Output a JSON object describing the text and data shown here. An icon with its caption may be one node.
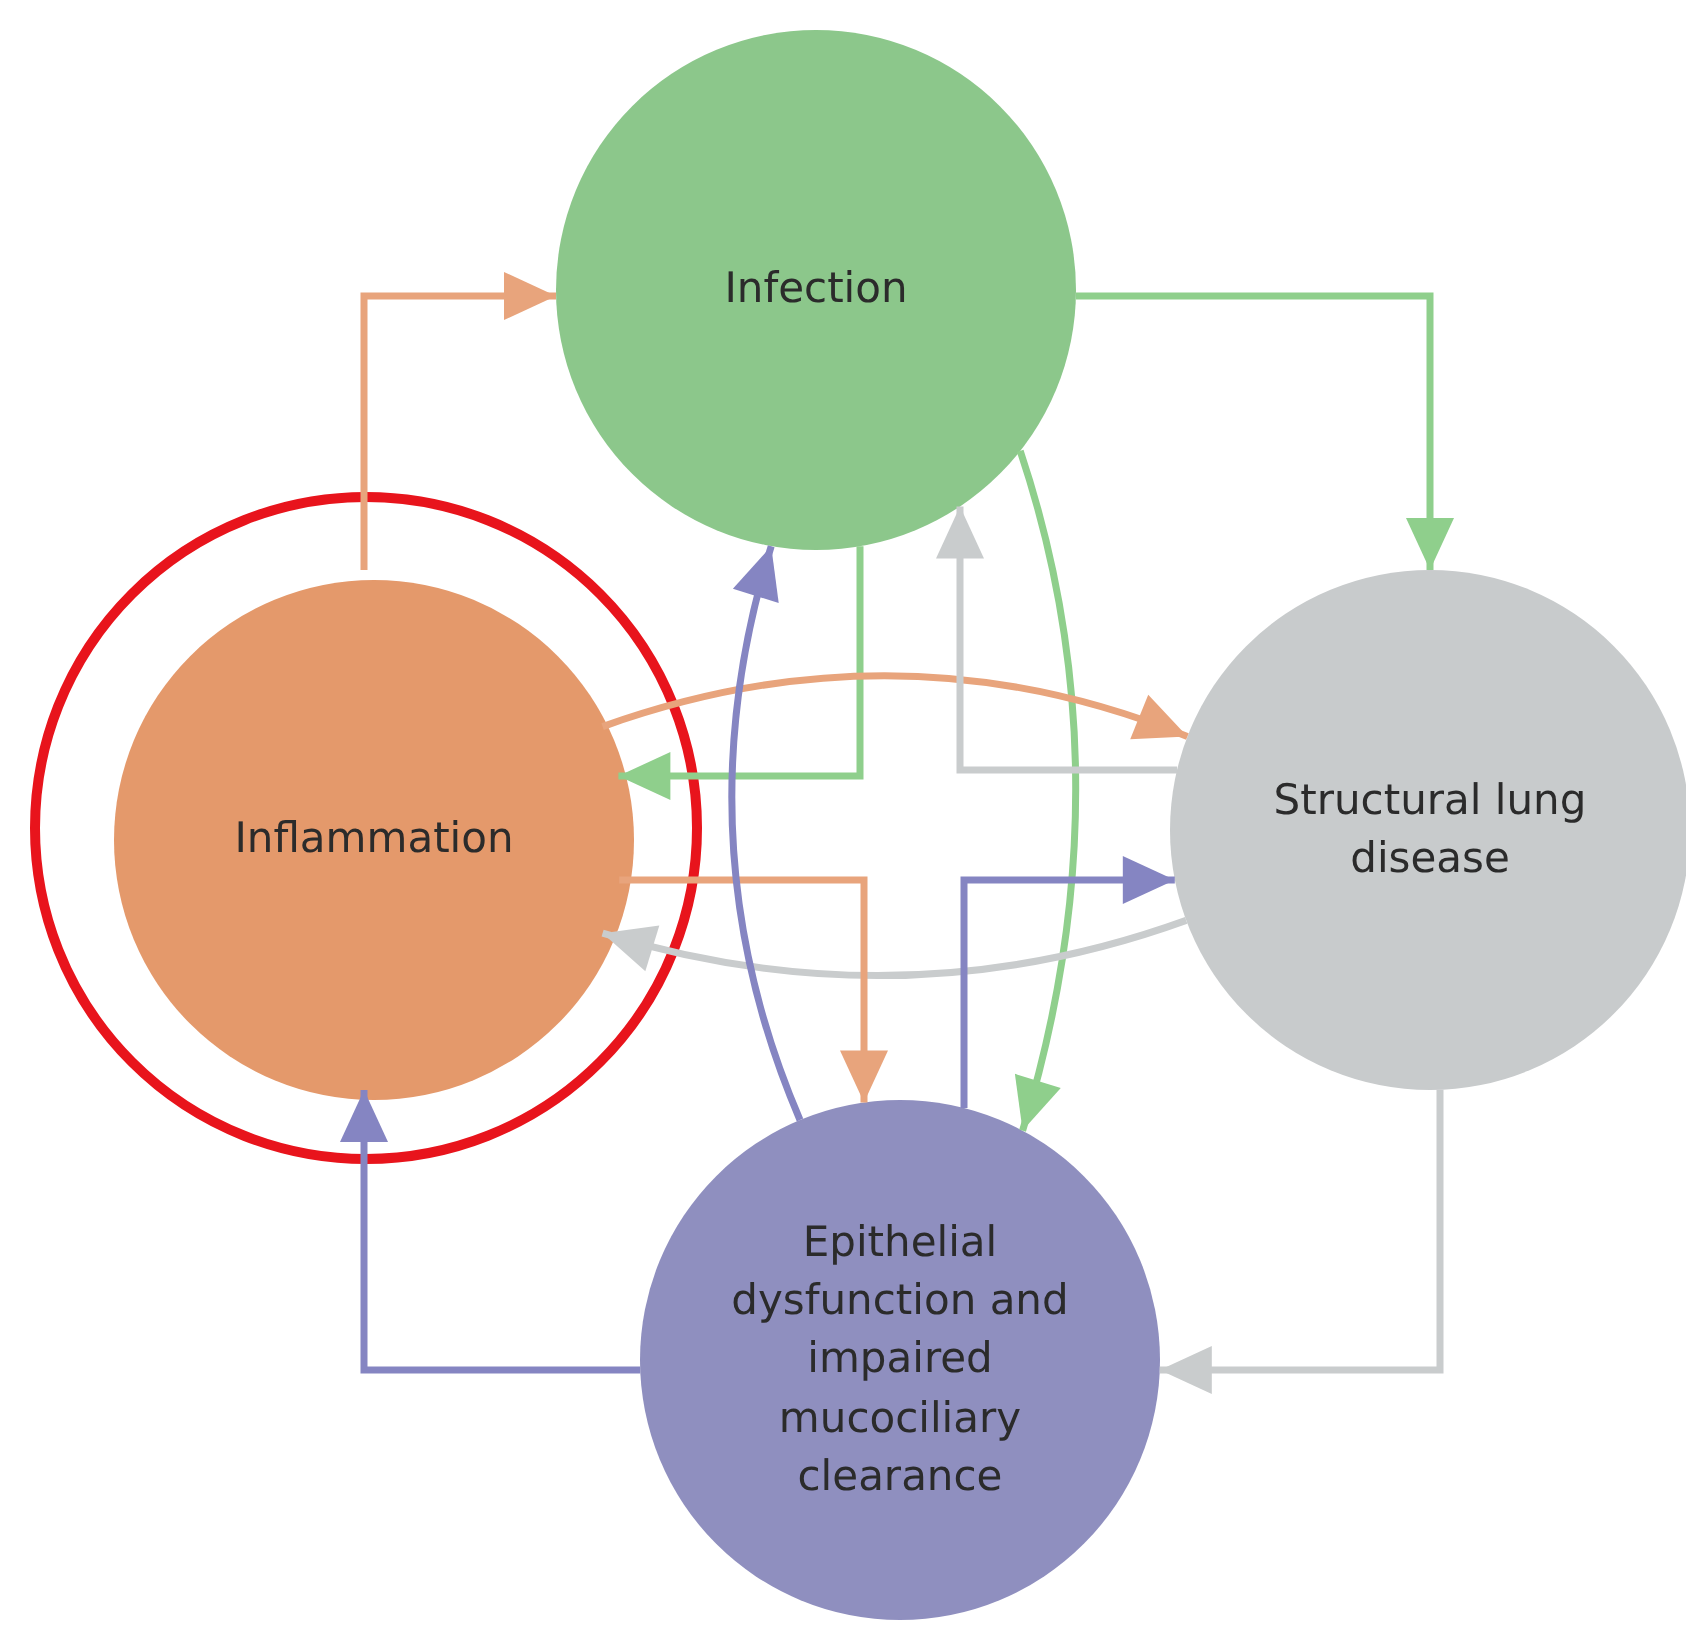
{
  "diagram": {
    "nodes": [
      {
        "text": [
          "Infection"
        ]
      },
      {
        "text": [],
        "shape": "circle"
      },
      {
        "text": [
          "Inflammation"
        ],
        "in": 1
      },
      {
        "text": [
          "Structural lung disease"
        ]
      },
      {
        "text": [
          "Epithelial dysfunction and impaired mucociliary clearance"
        ]
      }
    ],
    "edges": [
      {
        "from": 2,
        "to": 0,
        "arrow": "to",
        "color": "#e8a47c"
      },
      {
        "from": 0,
        "to": 3,
        "arrow": "to",
        "color": "#8fcf8c"
      },
      {
        "from": 0,
        "to": 2,
        "arrow": "to",
        "color": "#8fcf8c"
      },
      {
        "from": 0,
        "to": 4,
        "arrow": "to",
        "color": "#8fcf8c"
      },
      {
        "from": 2,
        "to": 3,
        "arrow": "to",
        "color": "#e8a47c"
      },
      {
        "from": 3,
        "to": 0,
        "arrow": "to",
        "color": "#c9cccd"
      },
      {
        "from": 3,
        "to": 2,
        "arrow": "to",
        "color": "#c9cccd"
      },
      {
        "from": 2,
        "to": 4,
        "arrow": "to",
        "color": "#e8a47c"
      },
      {
        "from": 4,
        "to": 0,
        "arrow": "to",
        "color": "#8585c2"
      },
      {
        "from": 4,
        "to": 3,
        "arrow": "to",
        "color": "#8585c2"
      },
      {
        "from": 3,
        "to": 4,
        "arrow": "to",
        "color": "#c9cccd"
      },
      {
        "from": 4,
        "to": 2,
        "arrow": "to",
        "color": "#8585c2"
      }
    ]
  }
}
